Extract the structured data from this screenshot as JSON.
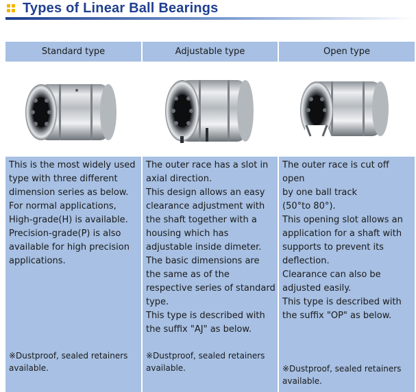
{
  "header": {
    "title": "Types of Linear Ball Bearings",
    "accent_color": "#1f3f8f",
    "mark_color": "#f2b600"
  },
  "table": {
    "header_color": "#a7c0e3",
    "columns": [
      {
        "title": "Standard type",
        "image_icon": "standard-linear-bearing",
        "description": [
          "This is the most widely used type with three different dimension series as below.",
          "For normal applications, High-grade(H) is available.",
          "Precision-grade(P) is also available for high precision applications."
        ],
        "note": "※Dustproof, sealed retainers available."
      },
      {
        "title": "Adjustable type",
        "image_icon": "adjustable-linear-bearing",
        "description": [
          "The outer race has a slot in axial direction.",
          "This design allows an easy clearance adjustment with the shaft together with a housing which has adjustable inside dimeter.",
          "The basic dimensions are the same as of the respective series of standard type.",
          "This type is described with the suffix \"AJ\" as below."
        ],
        "note": "※Dustproof, sealed retainers available."
      },
      {
        "title": "Open type",
        "image_icon": "open-linear-bearing",
        "description": [
          "The outer race is cut off open",
          "by one ball track",
          "(50°to 80°).",
          "This opening slot allows an application for a shaft with supports to prevent its deflection.",
          "Clearance can also be adjusted easily.",
          "This type is described with the suffix \"OP\" as below."
        ],
        "note": "※Dustproof, sealed retainers available."
      }
    ]
  }
}
